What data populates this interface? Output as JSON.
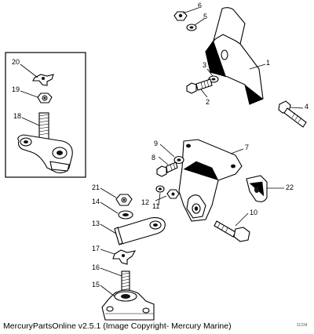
{
  "callouts": {
    "c1": "1",
    "c2": "2",
    "c3": "3",
    "c4": "4",
    "c5": "5",
    "c6": "6",
    "c7": "7",
    "c8": "8",
    "c9": "9",
    "c10": "10",
    "c11": "11",
    "c12": "12",
    "c13": "13",
    "c14": "14",
    "c15": "15",
    "c16": "16",
    "c17": "17",
    "c18": "18",
    "c19": "19",
    "c20": "20",
    "c21": "21",
    "c22": "22"
  },
  "footer": {
    "copyright": "MercuryPartsOnline v2.5.1 (Image Copyright- Mercury Marine)",
    "watermark": "11234"
  }
}
